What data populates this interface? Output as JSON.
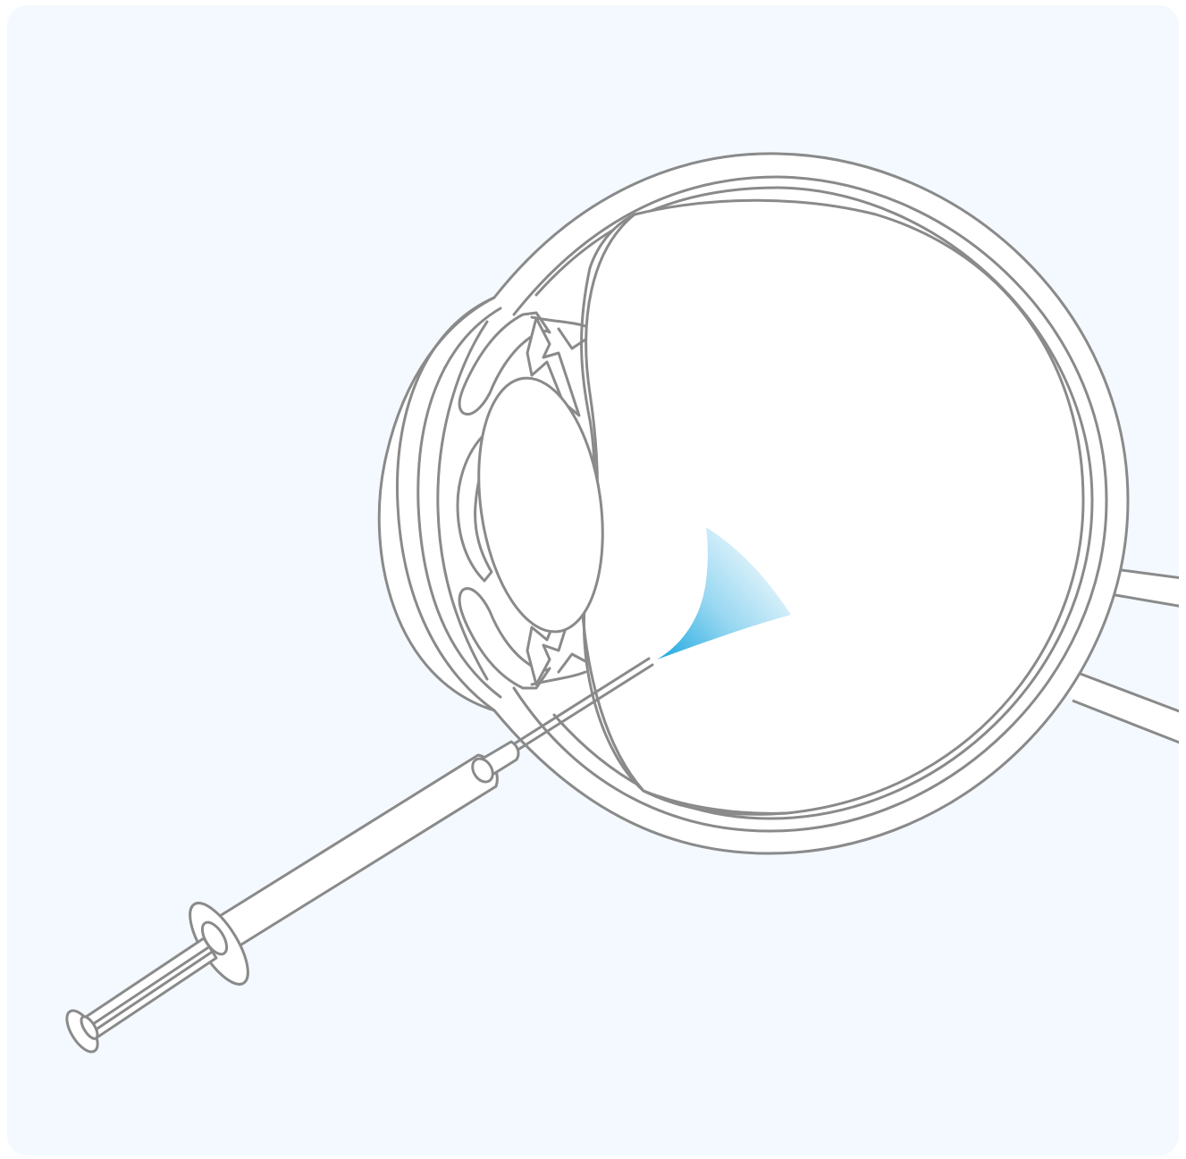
{
  "illustration": {
    "subject": "eye-cross-section-with-intravitreal-injection",
    "colors": {
      "background": "#f3f9fe",
      "outline": "#8a8a8a",
      "fill": "#ffffff",
      "injection": "#1aa7e0"
    },
    "parts": [
      "sclera",
      "choroid",
      "retina",
      "cornea",
      "iris",
      "ciliary-body",
      "lens",
      "vitreous-body",
      "optic-nerve",
      "syringe",
      "needle",
      "injected-drug"
    ]
  }
}
